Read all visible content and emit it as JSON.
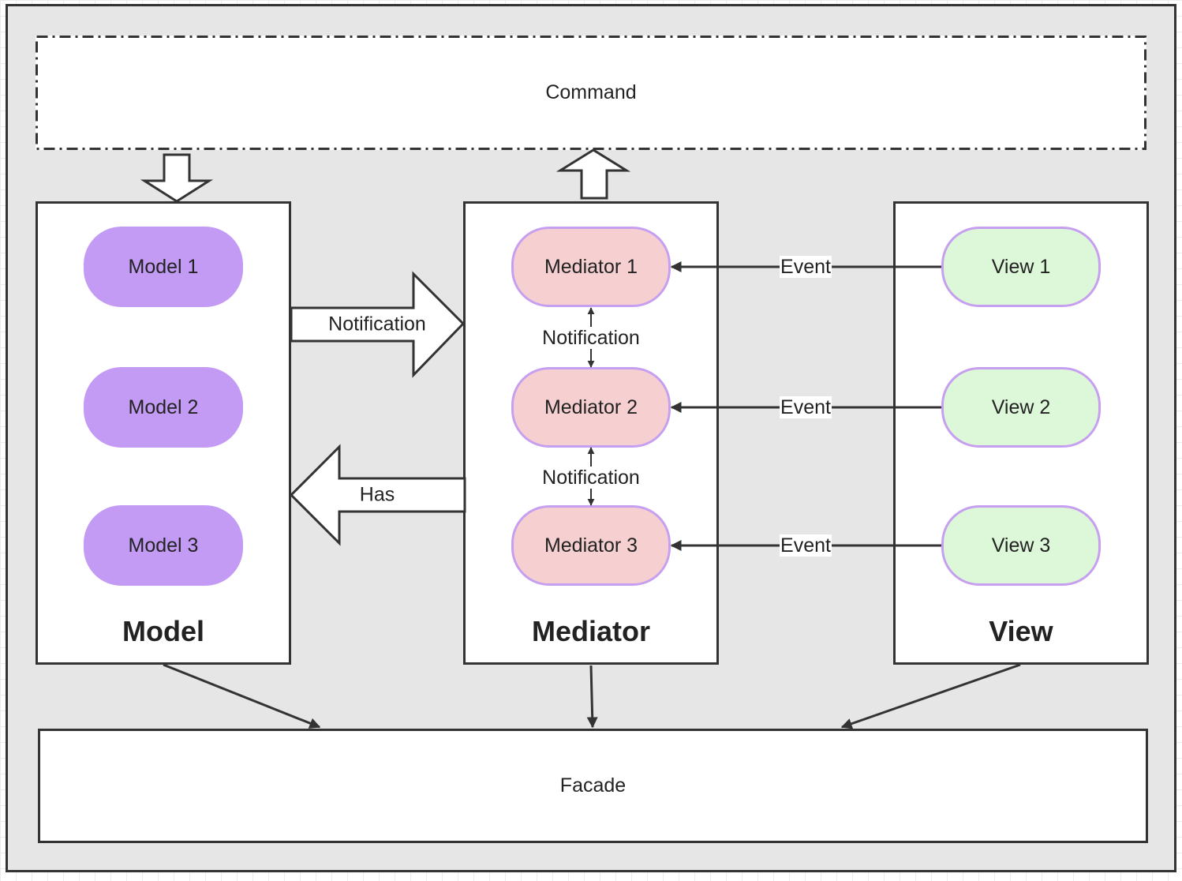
{
  "command": {
    "label": "Command"
  },
  "panels": {
    "model": {
      "title": "Model",
      "items": [
        "Model 1",
        "Model 2",
        "Model 3"
      ]
    },
    "mediator": {
      "title": "Mediator",
      "items": [
        "Mediator 1",
        "Mediator 2",
        "Mediator 3"
      ]
    },
    "view": {
      "title": "View",
      "items": [
        "View 1",
        "View 2",
        "View 3"
      ]
    }
  },
  "facade": {
    "label": "Facade"
  },
  "edges": {
    "model_to_mediator": "Notification",
    "mediator_to_model": "Has",
    "mediator_1_2": "Notification",
    "mediator_2_3": "Notification",
    "view_events": [
      "Event",
      "Event",
      "Event"
    ]
  },
  "colors": {
    "frame_bg": "#e6e6e6",
    "model_pill": "#c39bf5",
    "mediator_pill": "#f6cfd0",
    "view_pill": "#dcf8d8",
    "pill_border": "#c79ff0",
    "line": "#333333"
  }
}
